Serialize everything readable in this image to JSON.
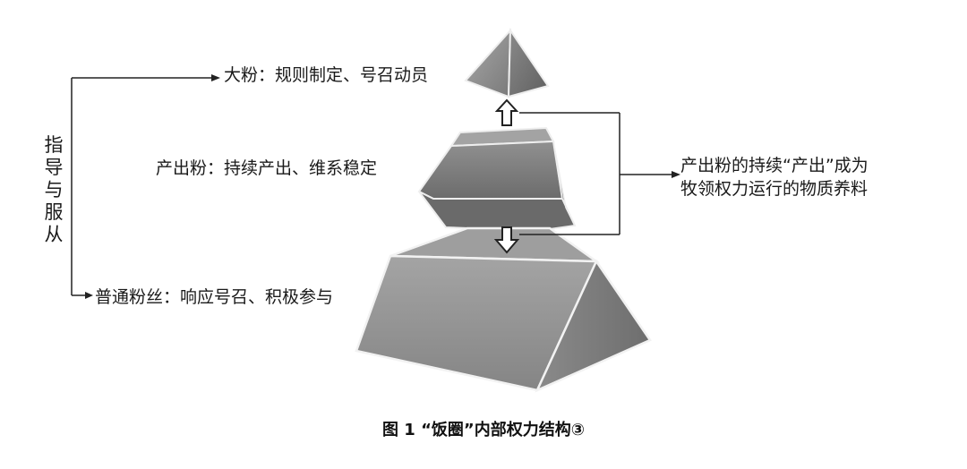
{
  "levels": [
    {
      "id": "top",
      "label": "大粉：规则制定、号召动员"
    },
    {
      "id": "middle",
      "label": "产出粉：持续产出、维系稳定"
    },
    {
      "id": "bottom",
      "label": "普通粉丝：响应号召、积极参与"
    }
  ],
  "side_relation": "指导与服从",
  "note_lines": [
    "产出粉的持续“产出”成为",
    "牧领权力运行的物质养料"
  ],
  "caption": "图 1 “饭圈”内部权力结构③",
  "colors": {
    "face_light": "#9a9a9a",
    "face_mid": "#7c7c7c",
    "face_dark": "#5e5e5e",
    "face_top": "#a6a6a6",
    "edge": "#f2f2f2",
    "line": "#222222"
  }
}
